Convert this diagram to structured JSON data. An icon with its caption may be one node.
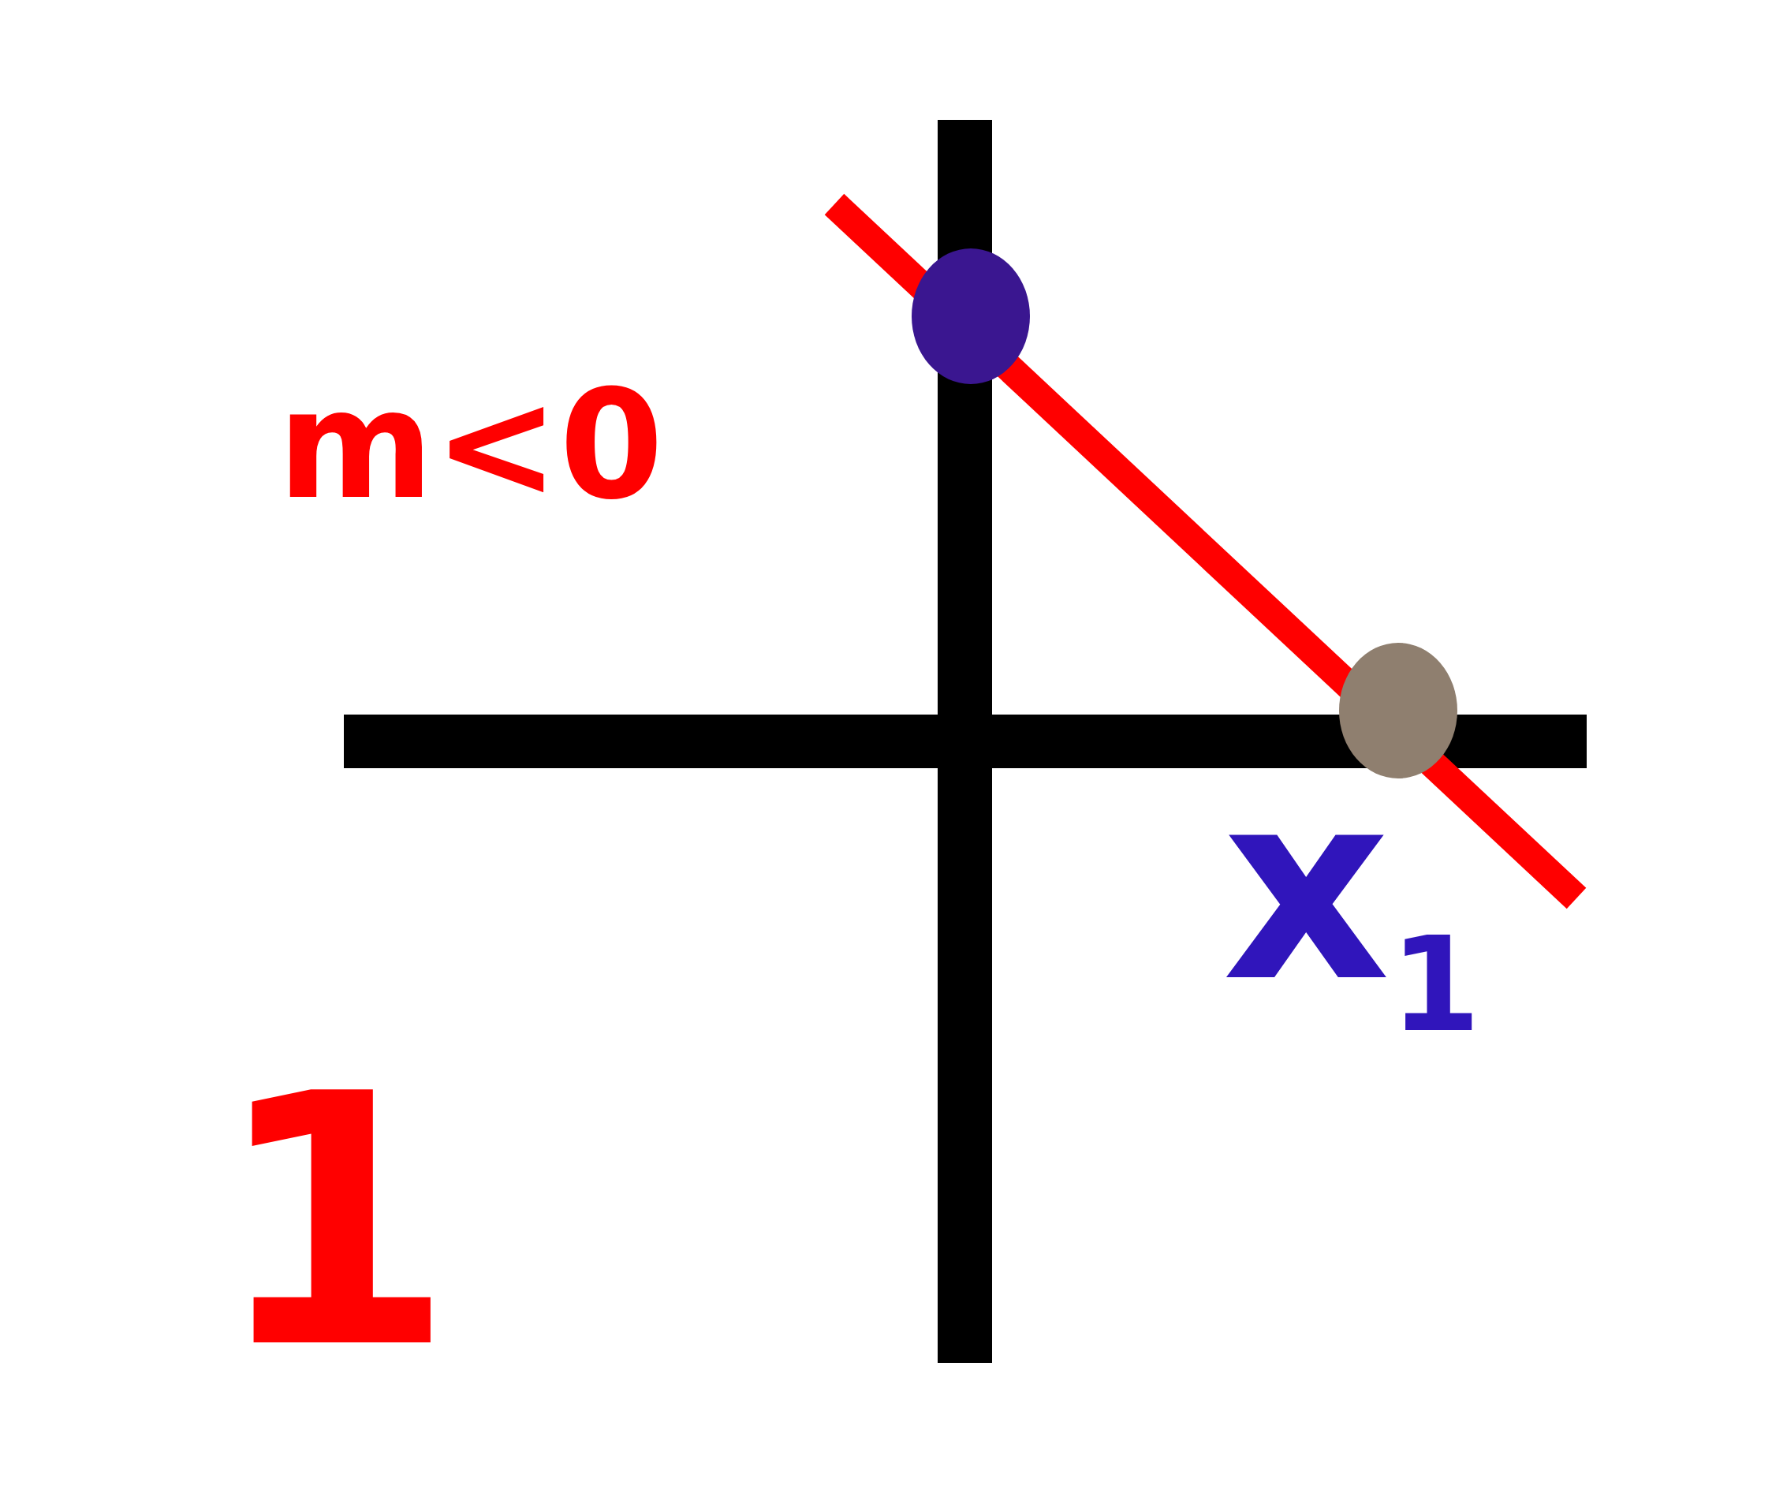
{
  "diagram": {
    "labels": [
      "m<0",
      "x$_{1}$",
      "1"
    ]
  }
}
